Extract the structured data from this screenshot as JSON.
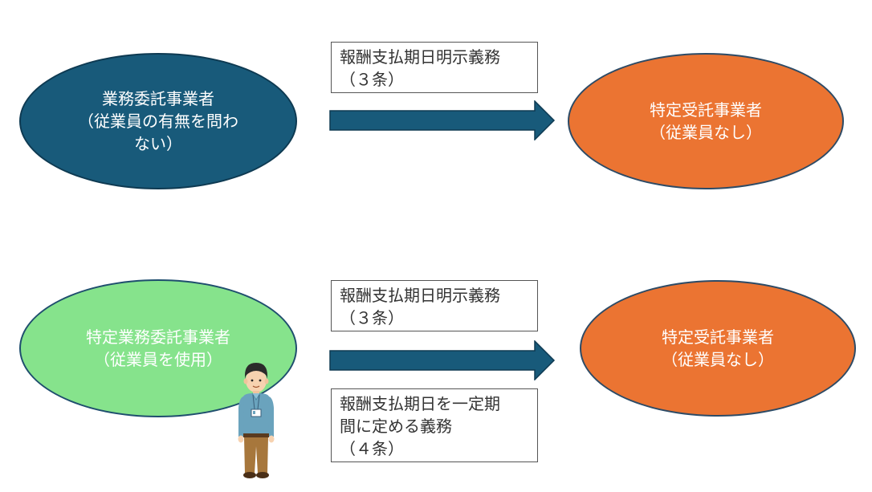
{
  "top_row": {
    "left_node": {
      "line1": "業務委託事業者",
      "line2": "（従業員の有無を問わない）"
    },
    "label": {
      "line1": "報酬支払期日明示義務",
      "line2": "（３条）"
    },
    "right_node": {
      "line1": "特定受託事業者",
      "line2": "（従業員なし）"
    }
  },
  "bottom_row": {
    "left_node": {
      "line1": "特定業務委託事業者",
      "line2": "（従業員を使用）"
    },
    "label_upper": {
      "line1": "報酬支払期日明示義務",
      "line2": "（３条）"
    },
    "label_lower": {
      "line1": "報酬支払期日を一定期",
      "line2": "間に定める義務",
      "line3": "（４条）"
    },
    "right_node": {
      "line1": "特定受託事業者",
      "line2": "（従業員なし）"
    }
  },
  "colors": {
    "dark_blue": "#185a7a",
    "orange": "#eb7432",
    "green": "#86e38c",
    "arrow": "#185a7a"
  },
  "icons": {
    "person": "employee-illustration"
  }
}
